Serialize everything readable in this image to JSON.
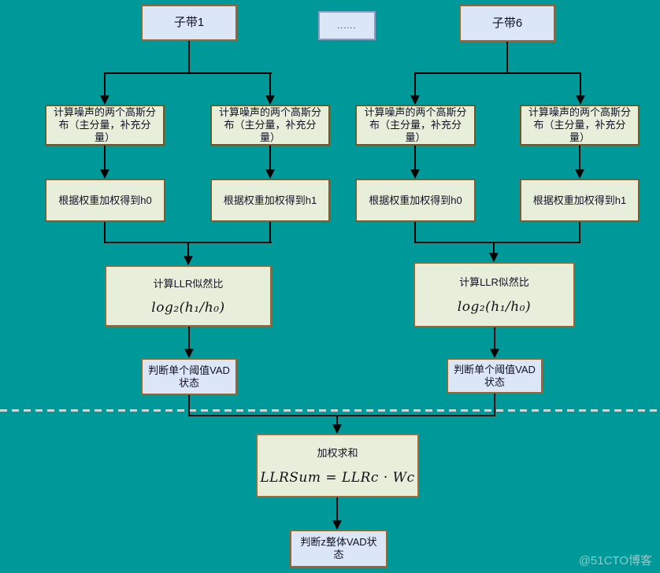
{
  "diagram": {
    "top": {
      "subband1": "子带1",
      "ellipsis": "......",
      "subband6": "子带6"
    },
    "gauss": "计算噪声的两个高斯分布（主分量，补充分量）",
    "weight_h0": "根据权重加权得到h0",
    "weight_h1": "根据权重加权得到h1",
    "llr": {
      "title": "计算LLR似然比",
      "formula": "log₂(h₁/h₀)"
    },
    "vad_single": "判断单个阈值VAD状态",
    "weighted_sum": {
      "title": "加权求和",
      "formula": "LLRSum = LLRc · Wc"
    },
    "vad_overall": "判断z整体VAD状态",
    "watermark": "@51CTO博客",
    "colors": {
      "background": "#009999",
      "blue_box_bg": "#dbe6f7",
      "green_box_bg": "#e7efdb",
      "brown_border": "#a5612b",
      "olive_border": "#75561f",
      "ellipsis_border": "#8b9dc7",
      "line": "#000000",
      "dash": "#ccd8d8"
    }
  }
}
